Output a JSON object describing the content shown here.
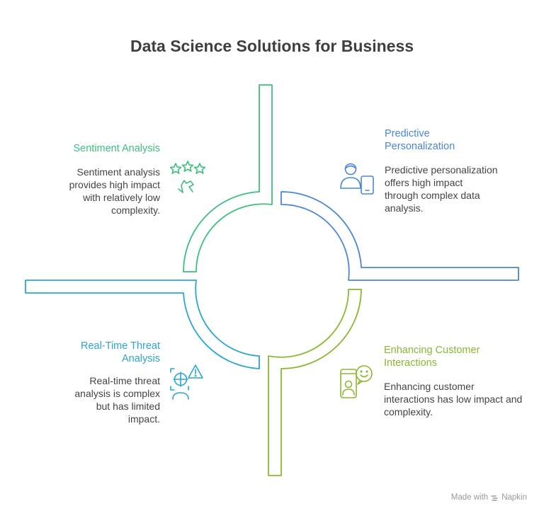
{
  "title": "Data Science Solutions for Business",
  "quadrants": {
    "sentiment": {
      "title": "Sentiment Analysis",
      "description": "Sentiment analysis provides high impact with relatively low complexity.",
      "icon": "stars-hand-icon",
      "color": "#3dbf7f"
    },
    "personalization": {
      "title_line1": "Predictive",
      "title_line2": "Personalization",
      "description": "Predictive personalization offers high impact through complex data analysis.",
      "icon": "person-mobile-icon",
      "color": "#4a86d8"
    },
    "threat": {
      "title_line1": "Real-Time Threat",
      "title_line2": "Analysis",
      "description": "Real-time threat analysis is complex but has limited impact.",
      "icon": "threat-scan-icon",
      "color": "#2aa6cf"
    },
    "customer": {
      "title_line1": "Enhancing Customer",
      "title_line2": "Interactions",
      "description": "Enhancing customer interactions has low impact and complexity.",
      "icon": "chat-smiley-icon",
      "color": "#8ab832"
    }
  },
  "footer": {
    "made_with": "Made with",
    "brand": "Napkin"
  }
}
